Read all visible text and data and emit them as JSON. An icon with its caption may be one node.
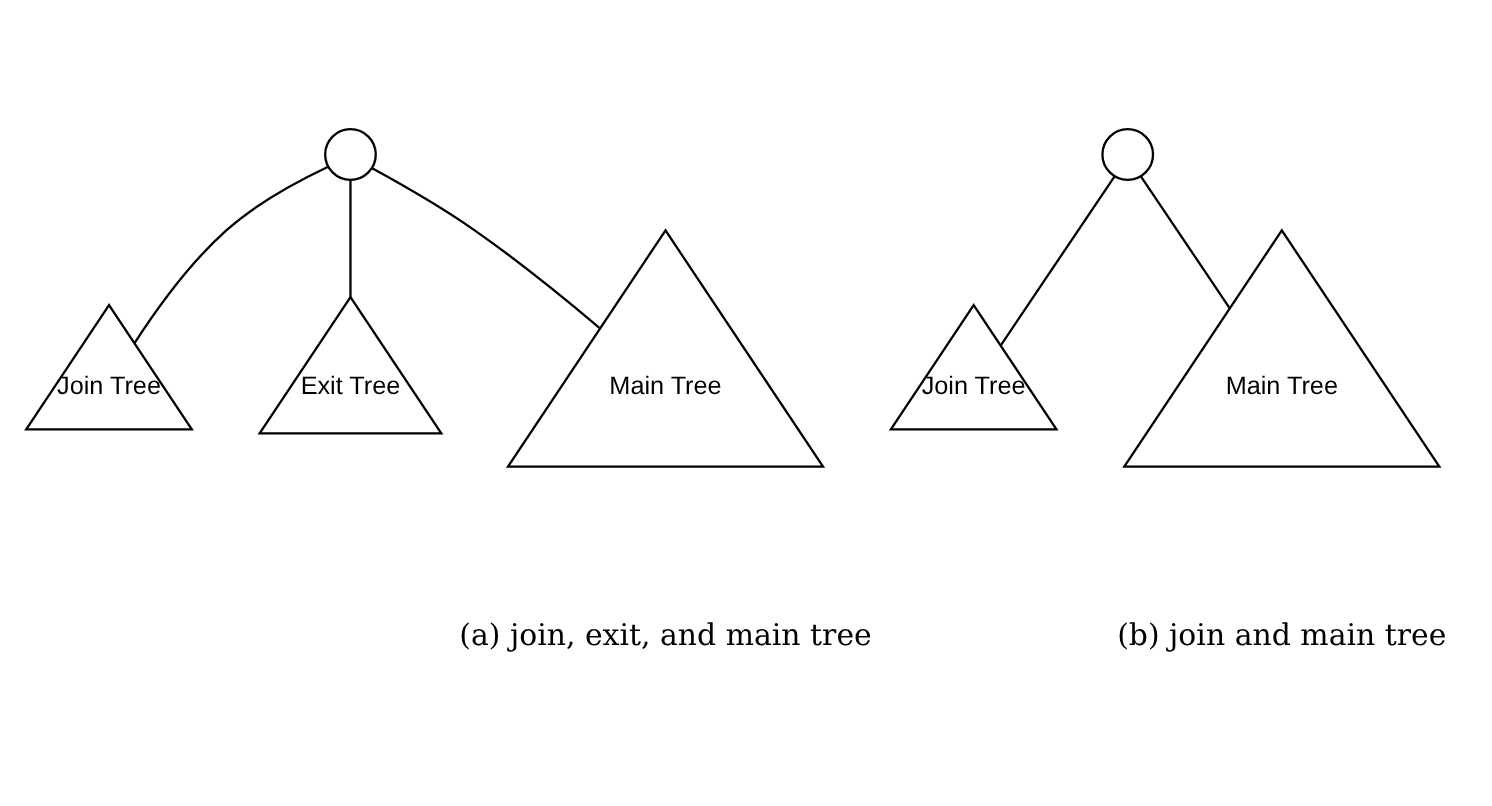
{
  "diagram": {
    "nodes": [
      {
        "text": [],
        "shape": "circle"
      },
      {
        "text": [
          "Join Tree"
        ]
      },
      {
        "text": [
          "Exit Tree"
        ]
      },
      {
        "text": [
          "Main Tree"
        ]
      },
      {
        "text": [],
        "shape": "circle"
      },
      {
        "text": [
          "Join Tree"
        ]
      },
      {
        "text": [
          "Main Tree"
        ]
      }
    ],
    "edges": [
      {
        "from": 0,
        "to": 3,
        "arrow": "none"
      },
      {
        "from": 0,
        "to": 2,
        "arrow": "none"
      },
      {
        "from": 0,
        "to": 1,
        "arrow": "none"
      },
      {
        "from": 4,
        "to": 6,
        "arrow": "none"
      },
      {
        "from": 4,
        "to": 5,
        "arrow": "none"
      }
    ],
    "labels": [
      "(a) join, exit, and main tree",
      "(b) join and main tree"
    ]
  }
}
